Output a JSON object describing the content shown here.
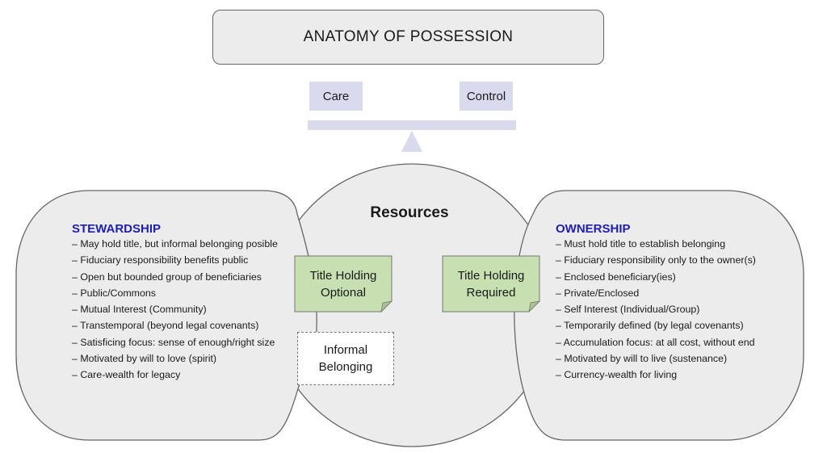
{
  "title": "ANATOMY OF POSSESSION",
  "scale": {
    "left_label": "Care",
    "right_label": "Control"
  },
  "center": {
    "label": "Resources"
  },
  "stewardship": {
    "title": "STEWARDSHIP",
    "items": [
      "– May hold title, but informal belonging posible",
      "– Fiduciary responsibility benefits public",
      "– Open but bounded group of beneficiaries",
      "– Public/Commons",
      "– Mutual Interest (Community)",
      "– Transtemporal (beyond legal covenants)",
      "– Satisficing focus: sense of enough/right size",
      "– Motivated by will to love (spirit)",
      "– Care-wealth for legacy"
    ]
  },
  "ownership": {
    "title": "OWNERSHIP",
    "items": [
      "– Must hold title to establish belonging",
      "– Fiduciary responsibility only to the owner(s)",
      "– Enclosed beneficiary(ies)",
      "– Private/Enclosed",
      "– Self Interest (Individual/Group)",
      "– Temporarily defined (by legal covenants)",
      "– Accumulation focus: at all cost, without end",
      "– Motivated by will to live (sustenance)",
      "– Currency-wealth for living"
    ]
  },
  "notes": {
    "optional": {
      "line1": "Title Holding",
      "line2": "Optional"
    },
    "required": {
      "line1": "Title Holding",
      "line2": "Required"
    },
    "informal": {
      "line1": "Informal",
      "line2": "Belonging"
    }
  },
  "colors": {
    "lavender": "#d9daee",
    "shape_fill": "#ececec",
    "note_green": "#c7dfb1",
    "heading_blue": "#1f1fb5"
  }
}
